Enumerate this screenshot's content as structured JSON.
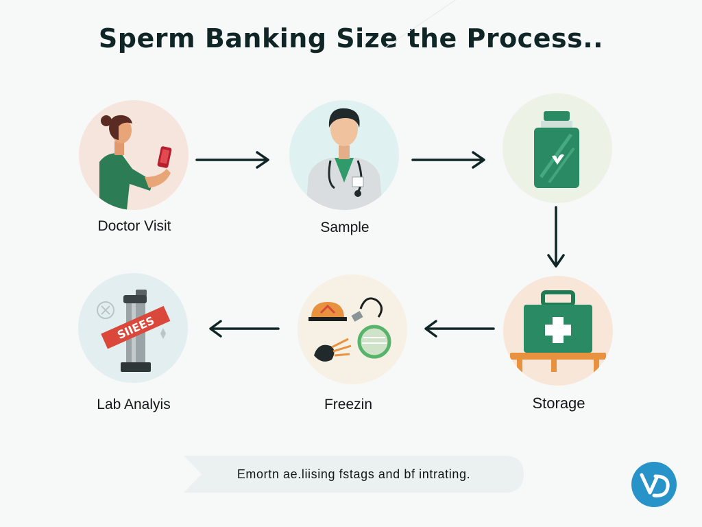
{
  "title": "Sperm Banking Size the Process..",
  "steps": [
    {
      "label": "Doctor Visit",
      "icon": "woman-phone-icon"
    },
    {
      "label": "Sample",
      "icon": "doctor-icon"
    },
    {
      "label": "",
      "icon": "specimen-jar-icon"
    },
    {
      "label": "Storage",
      "icon": "medical-case-icon"
    },
    {
      "label": "Freezin",
      "icon": "lab-tools-icon"
    },
    {
      "label": "Lab Analyis",
      "icon": "test-tube-icon"
    }
  ],
  "tube_text": "SIIEES",
  "banner": {
    "text": "Emortn ae.liising fstags and bf intrating."
  },
  "colors": {
    "green": "#2a8a63",
    "dark": "#0f2526",
    "orange": "#e8913e",
    "red": "#d9483b",
    "logo": "#2893c8"
  }
}
